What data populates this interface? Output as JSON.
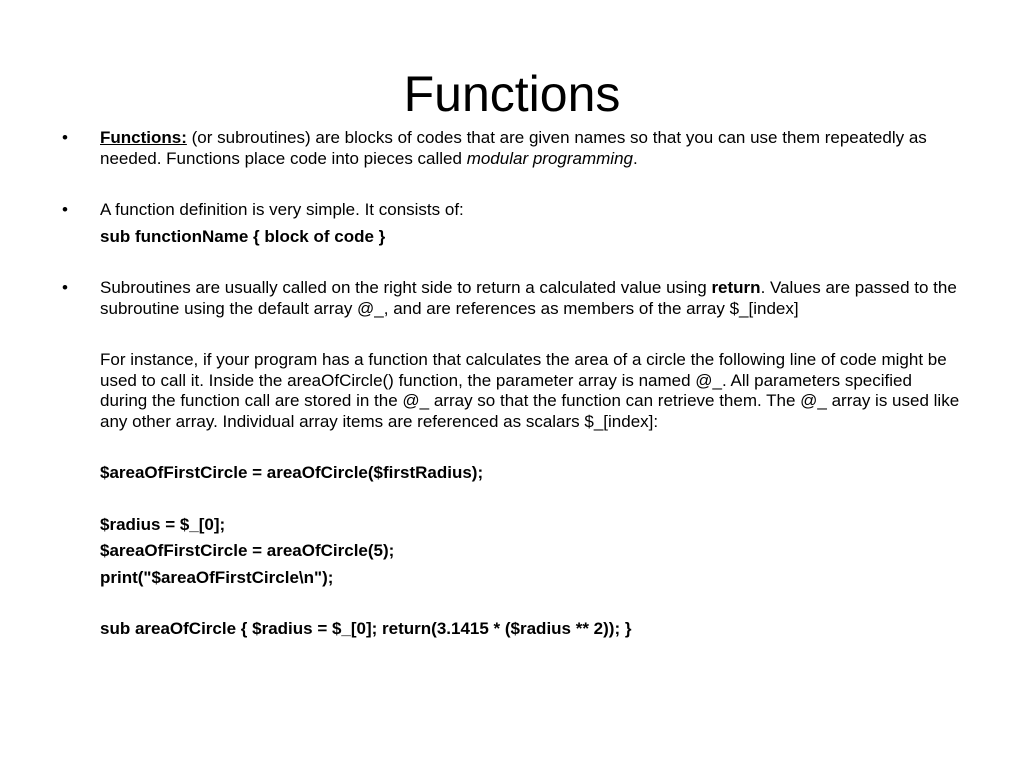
{
  "title": "Functions",
  "bullets": {
    "b1": {
      "term": "Functions:",
      "text_a": " (or subroutines) are blocks of codes that are given names so that you can use them repeatedly as needed. Functions place code into pieces called ",
      "emph": "modular programming",
      "text_b": "."
    },
    "b2": {
      "text": "A function definition is very simple. It consists of:",
      "code": "sub functionName {  block of code }"
    },
    "b3": {
      "text_a": "Subroutines are usually called on the right side to return a calculated value using ",
      "keyword": "return",
      "text_b": ".   Values are passed to the subroutine using the default array @_, and are references as members of the array $_[index]"
    }
  },
  "paragraph": "For instance, if your program has a function that calculates the area of a circle the following line of code might be used to call it. Inside the areaOfCircle() function, the parameter array is named @_. All parameters specified during the function call are stored in the @_ array so that the function can retrieve them. The @_ array is used like any other array. Individual array items are referenced as scalars $_[index]:",
  "code_lines": {
    "call": "$areaOfFirstCircle = areaOfCircle($firstRadius);",
    "l1": "$radius = $_[0];",
    "l2": "$areaOfFirstCircle = areaOfCircle(5);",
    "l3": "print(\"$areaOfFirstCircle\\n\");",
    "sub": "sub areaOfCircle {  $radius = $_[0];  return(3.1415 * ($radius ** 2));   }"
  },
  "bullet_glyph": "•"
}
